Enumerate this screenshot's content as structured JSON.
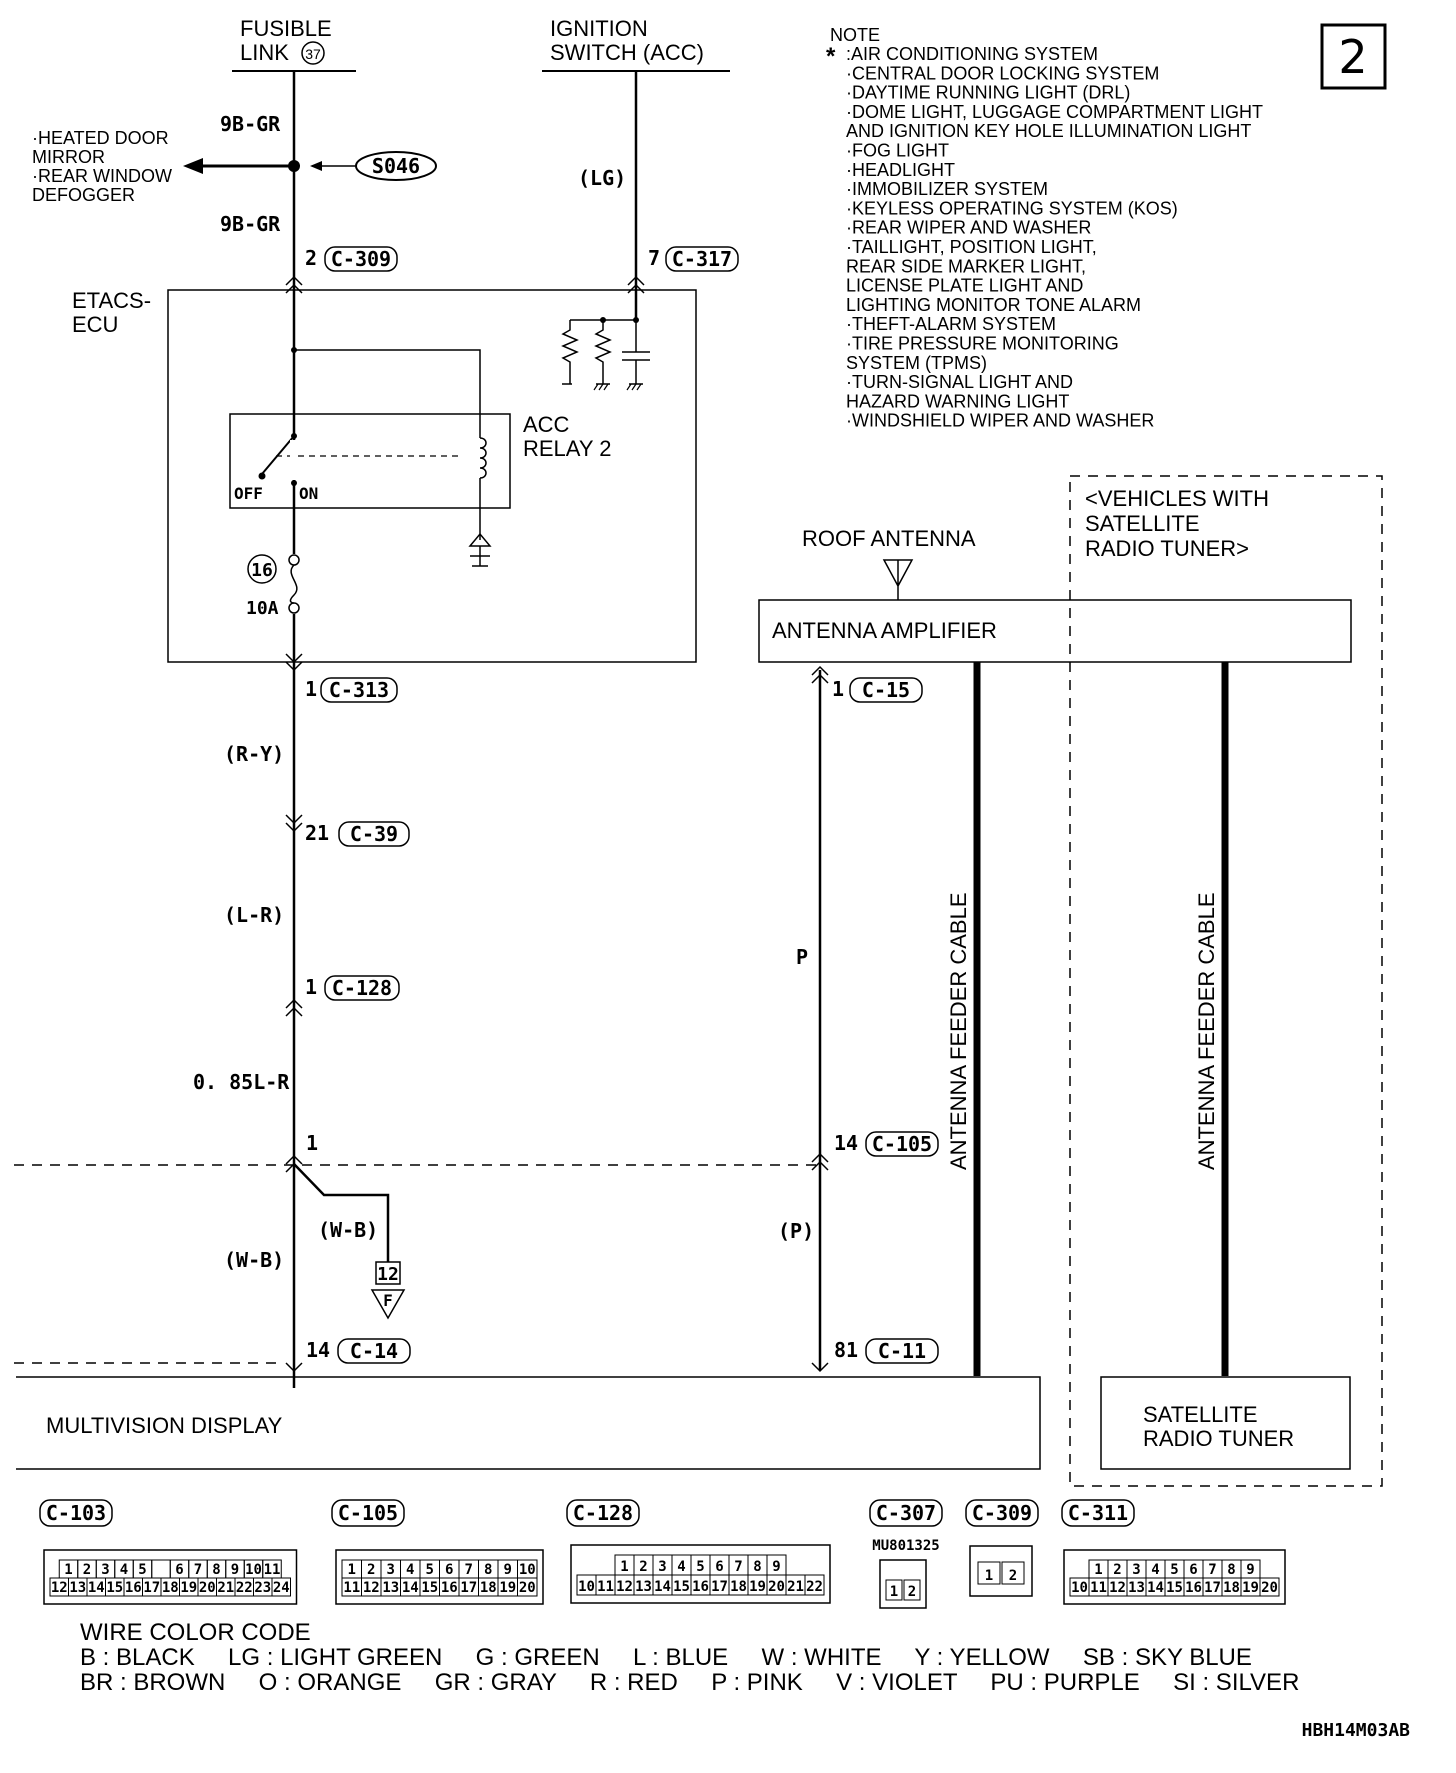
{
  "page_number": "2",
  "source_labels": {
    "fusible_link_line1": "FUSIBLE",
    "fusible_link_line2": "LINK",
    "fusible_link_number": "37",
    "ignition_line1": "IGNITION",
    "ignition_line2": "SWITCH (ACC)"
  },
  "note": {
    "title": "NOTE",
    "marker": "*",
    "items": [
      ":AIR CONDITIONING SYSTEM",
      "·CENTRAL DOOR LOCKING SYSTEM",
      "·DAYTIME RUNNING LIGHT (DRL)",
      "·DOME LIGHT, LUGGAGE COMPARTMENT LIGHT",
      " AND IGNITION KEY HOLE ILLUMINATION LIGHT",
      "·FOG LIGHT",
      "·HEADLIGHT",
      "·IMMOBILIZER SYSTEM",
      "·KEYLESS OPERATING SYSTEM (KOS)",
      "·REAR WIPER AND WASHER",
      "·TAILLIGHT, POSITION LIGHT,",
      " REAR SIDE MARKER LIGHT,",
      " LICENSE PLATE LIGHT AND",
      " LIGHTING MONITOR TONE ALARM",
      "·THEFT-ALARM SYSTEM",
      "·TIRE PRESSURE MONITORING",
      " SYSTEM (TPMS)",
      "·TURN-SIGNAL LIGHT AND",
      " HAZARD WARNING LIGHT",
      "·WINDSHIELD WIPER AND WASHER"
    ]
  },
  "branch_targets": [
    "·HEATED DOOR",
    " MIRROR",
    "·REAR WINDOW",
    " DEFOGGER"
  ],
  "splice": "S046",
  "wires": {
    "w1": "9B-GR",
    "w2": "9B-GR",
    "lg": "(LG)",
    "ry": "(R-Y)",
    "lr": "(L-R)",
    "w085": "0. 85L-R",
    "wb1": "(W-B)",
    "wb2": "(W-B)",
    "p": "P",
    "p2": "(P)"
  },
  "pins": {
    "c309": {
      "pin": "2",
      "conn": "C-309"
    },
    "c317": {
      "pin": "7",
      "conn": "C-317"
    },
    "c313": {
      "pin": "1",
      "conn": "C-313"
    },
    "c39": {
      "pin": "21",
      "conn": "C-39"
    },
    "c128": {
      "pin": "1",
      "conn": "C-128"
    },
    "joint": {
      "pin": "1"
    },
    "c14": {
      "pin": "14",
      "conn": "C-14"
    },
    "c15": {
      "pin": "1",
      "conn": "C-15"
    },
    "c105": {
      "pin": "14",
      "conn": "C-105"
    },
    "c11": {
      "pin": "81",
      "conn": "C-11"
    }
  },
  "etacs": {
    "line1": "ETACS-",
    "line2": "ECU",
    "relay_line1": "ACC",
    "relay_line2": "RELAY 2",
    "off": "OFF",
    "on": "ON",
    "fuse_number": "16",
    "fuse_rating": "10A"
  },
  "ground": {
    "number": "12",
    "letter": "F"
  },
  "antenna": {
    "roof": "ROOF ANTENNA",
    "amplifier": "ANTENNA AMPLIFIER",
    "cable1": "ANTENNA FEEDER CABLE",
    "cable2": "ANTENNA FEEDER CABLE"
  },
  "satellite": {
    "header1": "<VEHICLES WITH",
    "header2": " SATELLITE",
    "header3": " RADIO TUNER>",
    "box1": "SATELLITE",
    "box2": "RADIO TUNER"
  },
  "display": "MULTIVISION DISPLAY",
  "connectors": {
    "c103": {
      "label": "C-103",
      "row1": [
        "1",
        "2",
        "3",
        "4",
        "5",
        "",
        "6",
        "7",
        "8",
        "9",
        "10",
        "11"
      ],
      "row2": [
        "12",
        "13",
        "14",
        "15",
        "16",
        "17",
        "18",
        "19",
        "20",
        "21",
        "22",
        "23",
        "24"
      ]
    },
    "c105": {
      "label": "C-105",
      "row1": [
        "1",
        "2",
        "3",
        "4",
        "5",
        "6",
        "7",
        "8",
        "9",
        "10"
      ],
      "row2": [
        "11",
        "12",
        "13",
        "14",
        "15",
        "16",
        "17",
        "18",
        "19",
        "20"
      ]
    },
    "c128": {
      "label": "C-128",
      "row1": [
        "1",
        "2",
        "3",
        "4",
        "5",
        "6",
        "7",
        "8",
        "9"
      ],
      "row2": [
        "10",
        "11",
        "12",
        "13",
        "14",
        "15",
        "16",
        "17",
        "18",
        "19",
        "20",
        "21",
        "22"
      ]
    },
    "c307": {
      "label": "C-307",
      "part": "MU801325",
      "pins": [
        "1",
        "2"
      ]
    },
    "c309": {
      "label": "C-309",
      "pins": [
        "1",
        "2"
      ]
    },
    "c311": {
      "label": "C-311",
      "row1": [
        "1",
        "2",
        "3",
        "4",
        "5",
        "6",
        "7",
        "8",
        "9"
      ],
      "row2": [
        "10",
        "11",
        "12",
        "13",
        "14",
        "15",
        "16",
        "17",
        "18",
        "19",
        "20"
      ]
    }
  },
  "color_code": {
    "title": "WIRE COLOR CODE",
    "line1": "B : BLACK     LG : LIGHT GREEN     G : GREEN     L : BLUE     W : WHITE     Y : YELLOW     SB : SKY BLUE",
    "line2": "BR : BROWN     O : ORANGE     GR : GRAY     R : RED     P : PINK     V : VIOLET     PU : PURPLE     SI : SILVER"
  },
  "figure_code": "HBH14M03AB"
}
